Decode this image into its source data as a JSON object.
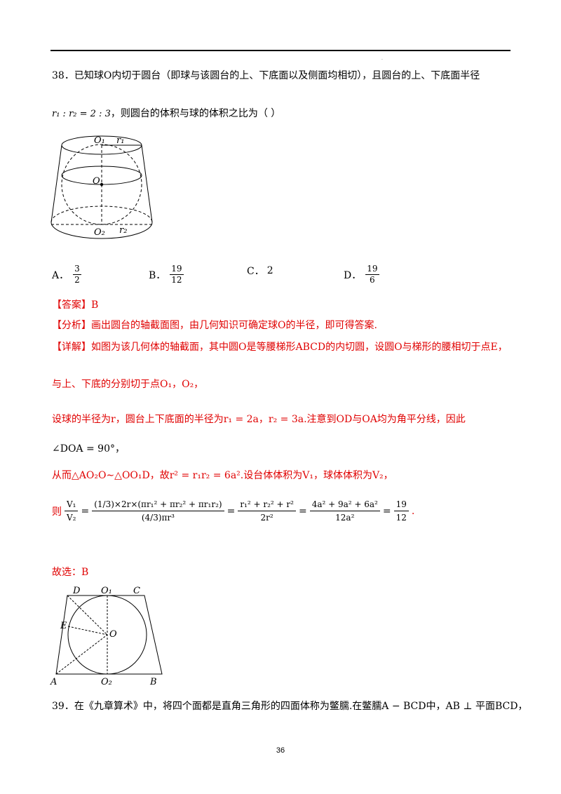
{
  "q38": {
    "line1": "38．已知球O内切于圆台（即球与该圆台的上、下底面以及侧面均相切），且圆台的上、下底面半径",
    "ratio": "r₁ : r₂ = 2 : 3",
    "line2": "，则圆台的体积与球的体积之比为（    ）",
    "fig_labels": {
      "o1": "O₁",
      "r1": "r₁",
      "o": "O",
      "o2": "O₂",
      "r2": "r₂"
    }
  },
  "choices": [
    {
      "letter": "A．",
      "num": "3",
      "den": "2"
    },
    {
      "letter": "B．",
      "num": "19",
      "den": "12"
    },
    {
      "letter": "C．",
      "value": "2"
    },
    {
      "letter": "D．",
      "num": "19",
      "den": "6"
    }
  ],
  "answer": "【答案】B",
  "analysis": "【分析】画出圆台的轴截面图，由几何知识可确定球O的半径，即可得答案.",
  "detail": {
    "l1": "【详解】如图为该几何体的轴截面，其中圆O是等腰梯形ABCD的内切圆，设圆O与梯形的腰相切于点E，",
    "l2": "与上、下底的分别切于点O₁，O₂，",
    "l3": "设球的半径为r，圆台上下底面的半径为r₁ = 2a，r₂ = 3a.注意到OD与OA均为角平分线，因此",
    "l4": "∠DOA = 90°，",
    "l5": "从而△AO₂O∼△OO₁D，故r² = r₁r₂ = 6a².设台体体积为V₁，球体体积为V₂，",
    "eq_prefix": "则",
    "eq_lhs_num": "V₁",
    "eq_lhs_den": "V₂",
    "eq_f1_num": "(1/3)×2r×(πr₁² + πr₂² + πr₁r₂)",
    "eq_f1_den": "(4/3)πr³",
    "eq_f2_num": "r₁² + r₂² + r²",
    "eq_f2_den": "2r²",
    "eq_f3_num": "4a² + 9a² + 6a²",
    "eq_f3_den": "12a²",
    "eq_f4_num": "19",
    "eq_f4_den": "12",
    "eq_end": ".",
    "choose": "故选：B"
  },
  "fig2_labels": {
    "d": "D",
    "o1": "O₁",
    "c": "C",
    "e": "E",
    "o": "O",
    "a": "A",
    "o2": "O₂",
    "b": "B"
  },
  "q39": "39．在《九章算术》中，将四个面都是直角三角形的四面体称为鳖臑.在鳖臑A − BCD中，AB ⊥ 平面BCD，",
  "page_number": "36",
  "colors": {
    "answer_red": "#e00000"
  }
}
